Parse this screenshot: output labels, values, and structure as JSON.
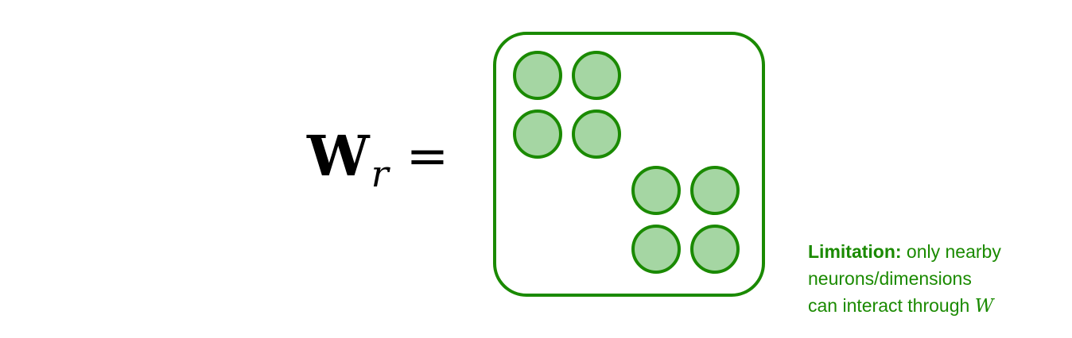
{
  "equation": {
    "symbol": "W",
    "subscript": "r",
    "operator": "="
  },
  "matrix": {
    "blocks": [
      {
        "rows": 2,
        "cols": 2
      },
      {
        "rows": 2,
        "cols": 2
      }
    ]
  },
  "note": {
    "label": "Limitation:",
    "line1": " only nearby",
    "line2": "neurons/dimensions",
    "line3": "can interact through ",
    "variable": "W"
  },
  "colors": {
    "accent": "#1a8a00",
    "neuron_fill": "#a5d6a3",
    "neuron_stroke": "#1a8a00",
    "text": "#000000"
  }
}
